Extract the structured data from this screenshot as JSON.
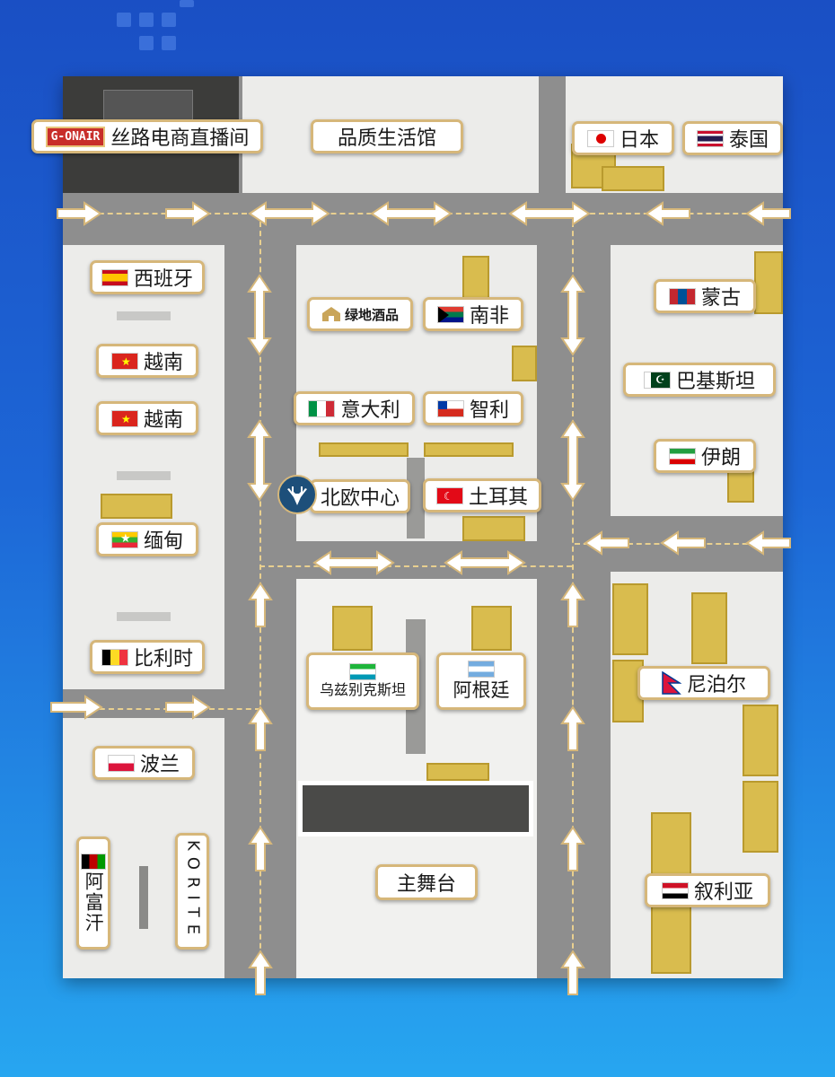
{
  "labels": {
    "gonair_brand": "G-ONAIR",
    "silk_road_live": "丝路电商直播间",
    "quality_life": "品质生活馆",
    "japan": "日本",
    "thailand": "泰国",
    "spain": "西班牙",
    "vietnam_1": "越南",
    "vietnam_2": "越南",
    "myanmar": "缅甸",
    "belgium": "比利时",
    "poland": "波兰",
    "afghanistan": "阿富汗",
    "korite": "KORITE",
    "lvdi_wine": "绿地酒品",
    "south_africa": "南非",
    "italy": "意大利",
    "chile": "智利",
    "nordic_center": "北欧中心",
    "turkey": "土耳其",
    "uzbekistan": "乌兹别克斯坦",
    "argentina": "阿根廷",
    "main_stage": "主舞台",
    "mongolia": "蒙古",
    "pakistan": "巴基斯坦",
    "iran": "伊朗",
    "nepal": "尼泊尔",
    "syria": "叙利亚"
  },
  "colors": {
    "background_top": "#1a4fc4",
    "background_bottom": "#27a6f0",
    "label_border": "#d6b77a",
    "road": "#8e8e8e",
    "booth_yellow": "#d9bc4e"
  },
  "icons": {
    "arrows": "direction-arrow-icon",
    "nordic_logo": "deer-logo-icon",
    "lvdi_logo": "house-logo-icon"
  }
}
